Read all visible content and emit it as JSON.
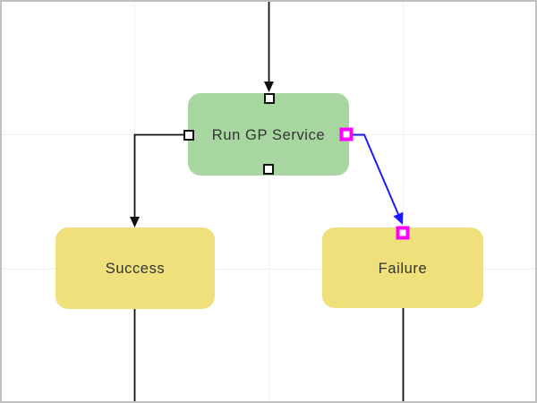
{
  "diagram": {
    "type": "flowchart",
    "background_color": "#FFFFFF",
    "border_color": "#C0C0C0",
    "grid_color": "#F1F1F1",
    "edge_color": "#111111",
    "selection_color": "#FF00FF",
    "nodes": {
      "run_gp_service": {
        "label": "Run GP Service",
        "fill": "#A8D6A0",
        "text_color": "#333333"
      },
      "success": {
        "label": "Success",
        "fill": "#EFE07B",
        "text_color": "#333333"
      },
      "failure": {
        "label": "Failure",
        "fill": "#EFE07B",
        "text_color": "#333333"
      }
    },
    "edges": [
      {
        "id": "into_run_gp_service",
        "from": "offscreen_top",
        "to": "run_gp_service.top",
        "color": "#111111",
        "style": "straight-arrow"
      },
      {
        "id": "run_gp_service_to_success",
        "from": "run_gp_service.left",
        "to": "success.top",
        "color": "#111111",
        "style": "elbow-arrow"
      },
      {
        "id": "run_gp_service_to_failure",
        "from": "run_gp_service.right",
        "to": "failure.top",
        "color": "#1A1AFF",
        "style": "diagonal-arrow",
        "selected": true
      },
      {
        "id": "success_to_offscreen_bottom",
        "from": "success.bottom",
        "to": "offscreen_bottom",
        "color": "#111111",
        "style": "straight"
      },
      {
        "id": "failure_to_offscreen_bottom",
        "from": "failure.bottom",
        "to": "offscreen_bottom",
        "color": "#111111",
        "style": "straight"
      }
    ],
    "handles": {
      "fill": "#FFFFFF",
      "default_border_color": "#111111",
      "selected_border_color": "#FF00FF",
      "items": [
        {
          "node": "run_gp_service",
          "side": "top",
          "state": "default"
        },
        {
          "node": "run_gp_service",
          "side": "left",
          "state": "default"
        },
        {
          "node": "run_gp_service",
          "side": "right",
          "state": "selected"
        },
        {
          "node": "run_gp_service",
          "side": "bottom",
          "state": "default"
        },
        {
          "node": "failure",
          "side": "top",
          "state": "selected"
        }
      ]
    }
  }
}
